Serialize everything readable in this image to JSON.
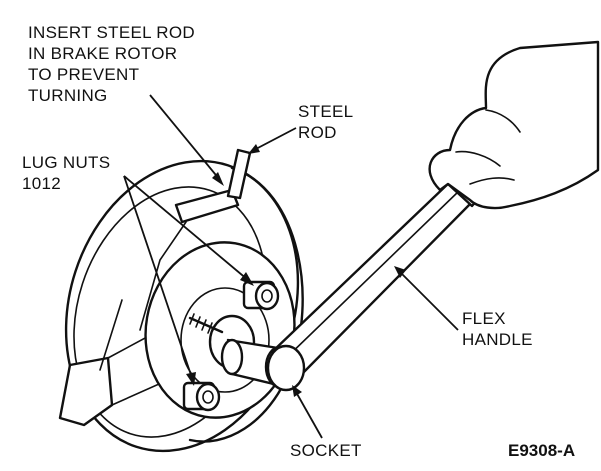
{
  "labels": {
    "steel_rod_instruction": [
      "INSERT STEEL ROD",
      "IN BRAKE ROTOR",
      "TO PREVENT",
      "TURNING"
    ],
    "steel_rod": [
      "STEEL",
      "ROD"
    ],
    "lug_nuts": [
      "LUG NUTS",
      "1012"
    ],
    "flex_handle": [
      "FLEX",
      "HANDLE"
    ],
    "socket": "SOCKET",
    "figure_id": "E9308-A"
  }
}
